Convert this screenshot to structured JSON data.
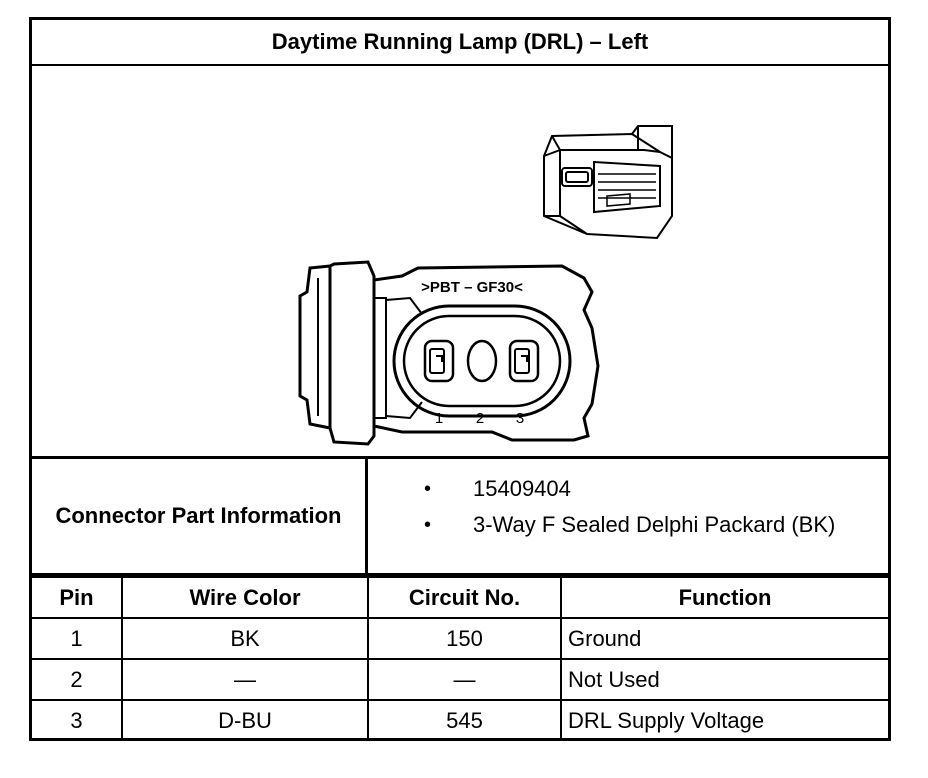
{
  "title": "Daytime Running Lamp (DRL) – Left",
  "drawing": {
    "mold_text": ">PBT – GF30<",
    "pin_labels": [
      "1",
      "2",
      "3"
    ]
  },
  "connector_info": {
    "label": "Connector Part Information",
    "bullet_glyph": "•",
    "items": [
      "15409404",
      "3-Way F Sealed Delphi Packard (BK)"
    ]
  },
  "pin_table": {
    "headers": [
      "Pin",
      "Wire Color",
      "Circuit No.",
      "Function"
    ],
    "rows": [
      {
        "pin": "1",
        "wire_color": "BK",
        "circuit": "150",
        "function": "Ground"
      },
      {
        "pin": "2",
        "wire_color": "—",
        "circuit": "—",
        "function": "Not Used"
      },
      {
        "pin": "3",
        "wire_color": "D-BU",
        "circuit": "545",
        "function": "DRL Supply Voltage"
      }
    ]
  }
}
